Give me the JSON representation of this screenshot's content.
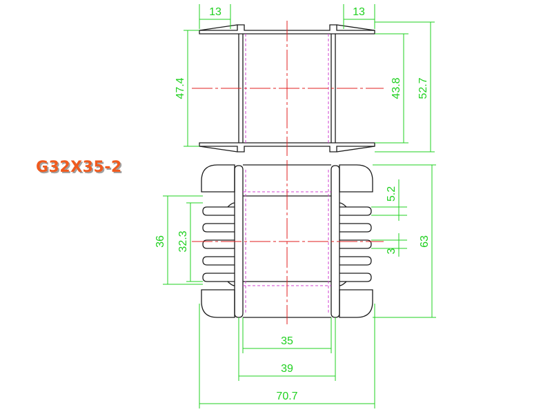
{
  "title": "G32X35-2",
  "colors": {
    "outline": "#1a1a1a",
    "dimension": "#1fd01f",
    "centerline": "#e01e1e",
    "hidden": "#d040d0",
    "title": "#f05a1e"
  },
  "dimensions": {
    "top_left_width": "13",
    "top_right_width": "13",
    "left_height": "47.4",
    "inner_height": "43.8",
    "outer_height": "52.7",
    "pin_span": "36",
    "pin_inner": "32.3",
    "total_height": "63",
    "pin_pitch": "5.2",
    "pin_gap": "3",
    "inner_width": "35",
    "middle_width": "39",
    "overall_width": "70.7"
  }
}
